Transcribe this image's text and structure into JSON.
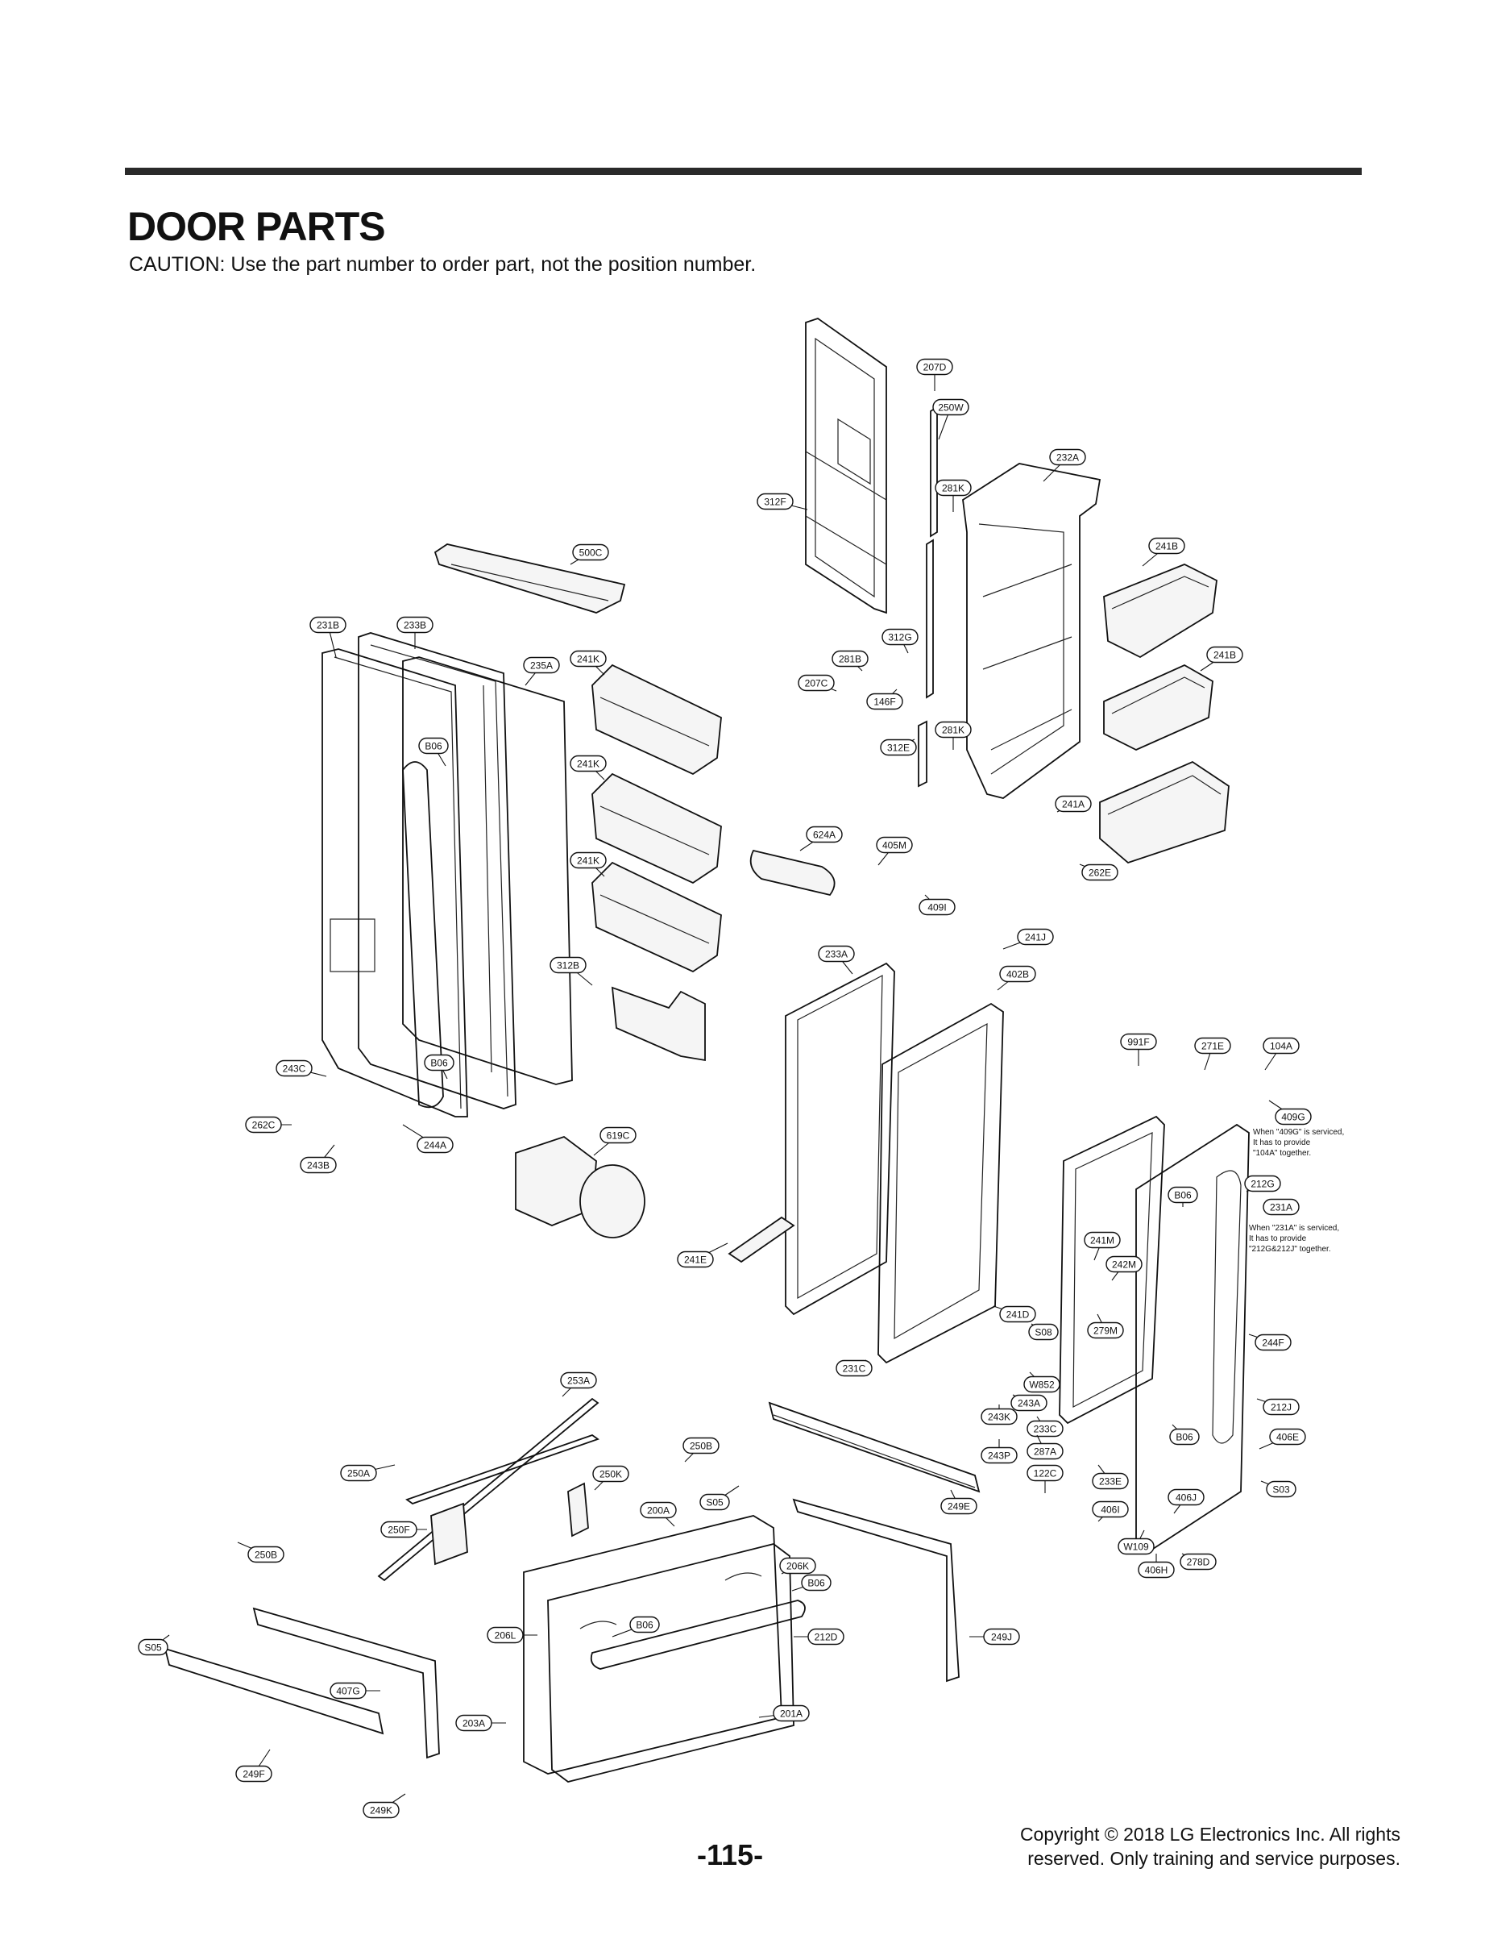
{
  "header": {
    "title": "DOOR PARTS",
    "caution": "CAUTION: Use the part number to order part, not the position number."
  },
  "notes": {
    "note_409g": "When \"409G\" is serviced,\nIt has to provide\n\"104A\" together.",
    "note_231a": "When \"231A\" is serviced,\nIt has to provide\n\"212G&212J\" together."
  },
  "labels": [
    "207D",
    "250W",
    "232A",
    "281K",
    "312F",
    "241B",
    "500C",
    "231B",
    "233B",
    "312G",
    "281B",
    "241K",
    "235A",
    "207C",
    "146F",
    "241B",
    "281K",
    "312E",
    "B06",
    "241K",
    "241A",
    "624A",
    "405M",
    "262E",
    "241K",
    "409I",
    "241J",
    "233A",
    "312B",
    "402B",
    "991F",
    "271E",
    "104A",
    "243C",
    "B06",
    "409G",
    "262C",
    "212G",
    "B06",
    "619C",
    "244A",
    "243B",
    "231A",
    "241E",
    "241M",
    "242M",
    "241D",
    "S08",
    "279M",
    "244F",
    "231C",
    "253A",
    "W852",
    "243A",
    "243K",
    "212J",
    "233C",
    "250B",
    "B06",
    "406E",
    "287A",
    "243P",
    "250A",
    "250K",
    "122C",
    "233E",
    "S05",
    "249E",
    "406J",
    "S03",
    "200A",
    "406I",
    "W109",
    "250F",
    "206K",
    "278D",
    "406H",
    "B06",
    "250B",
    "B06",
    "206L",
    "212D",
    "249J",
    "S05",
    "407G",
    "201A",
    "203A",
    "249F",
    "249K"
  ],
  "footer": {
    "page_number": "-115-",
    "copyright_line1": "Copyright © 2018 LG Electronics Inc. All rights",
    "copyright_line2": "reserved. Only training and service purposes."
  }
}
